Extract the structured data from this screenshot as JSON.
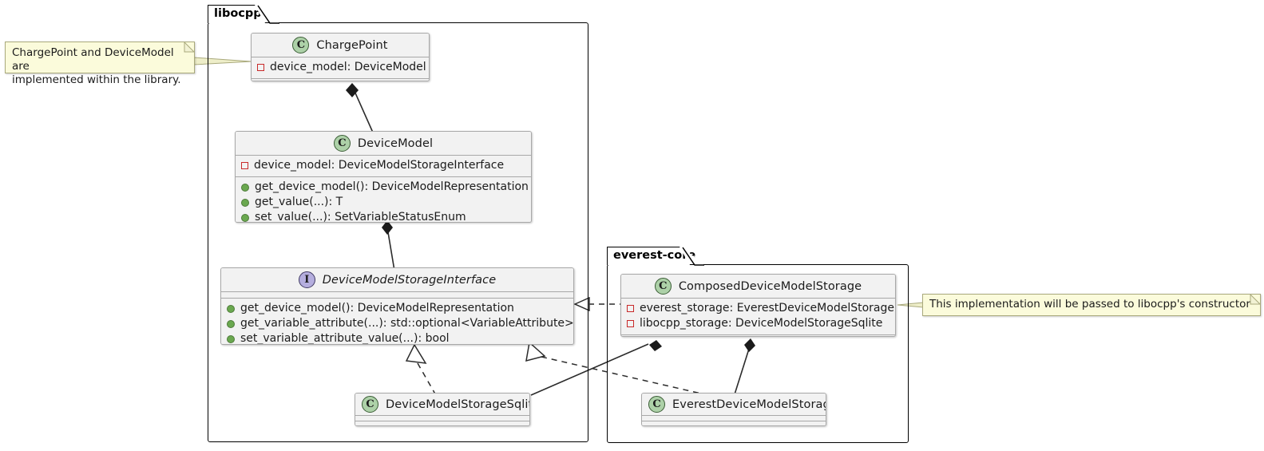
{
  "diagram": {
    "type": "uml-class-diagram",
    "background": "#ffffff"
  },
  "packages": [
    {
      "id": "libocpp",
      "label": "libocpp"
    },
    {
      "id": "everest-core",
      "label": "everest-core"
    }
  ],
  "classes": [
    {
      "id": "ChargePoint",
      "name": "ChargePoint",
      "stereotype_icon": "class-icon",
      "stereotype_letter": "C",
      "package": "libocpp",
      "attributes": [
        {
          "visibility": "private",
          "text": "device_model: DeviceModel"
        }
      ],
      "methods": []
    },
    {
      "id": "DeviceModel",
      "name": "DeviceModel",
      "stereotype_icon": "class-icon",
      "stereotype_letter": "C",
      "package": "libocpp",
      "attributes": [
        {
          "visibility": "private",
          "text": "device_model: DeviceModelStorageInterface"
        }
      ],
      "methods": [
        {
          "visibility": "public",
          "text": "get_device_model(): DeviceModelRepresentation"
        },
        {
          "visibility": "public",
          "text": "get_value(...): T"
        },
        {
          "visibility": "public",
          "text": "set_value(...): SetVariableStatusEnum"
        }
      ]
    },
    {
      "id": "DeviceModelStorageInterface",
      "name": "DeviceModelStorageInterface",
      "stereotype_icon": "interface-icon",
      "stereotype_letter": "I",
      "package": "libocpp",
      "is_interface": true,
      "attributes": [],
      "methods": [
        {
          "visibility": "public",
          "text": "get_device_model(): DeviceModelRepresentation"
        },
        {
          "visibility": "public",
          "text": "get_variable_attribute(...): std::optional<VariableAttribute>"
        },
        {
          "visibility": "public",
          "text": "set_variable_attribute_value(...): bool"
        }
      ]
    },
    {
      "id": "DeviceModelStorageSqlite",
      "name": "DeviceModelStorageSqlite",
      "stereotype_icon": "class-icon",
      "stereotype_letter": "C",
      "package": "libocpp",
      "attributes": [],
      "methods": []
    },
    {
      "id": "ComposedDeviceModelStorage",
      "name": "ComposedDeviceModelStorage",
      "stereotype_icon": "class-icon",
      "stereotype_letter": "C",
      "package": "everest-core",
      "attributes": [
        {
          "visibility": "private",
          "text": "everest_storage: EverestDeviceModelStorage"
        },
        {
          "visibility": "private",
          "text": "libocpp_storage: DeviceModelStorageSqlite"
        }
      ],
      "methods": []
    },
    {
      "id": "EverestDeviceModelStorage",
      "name": "EverestDeviceModelStorage",
      "stereotype_icon": "class-icon",
      "stereotype_letter": "C",
      "package": "everest-core",
      "attributes": [],
      "methods": []
    }
  ],
  "notes": [
    {
      "id": "note-library",
      "text": "ChargePoint and DeviceModel are\nimplemented within the library.",
      "anchored_to": "ChargePoint"
    },
    {
      "id": "note-constructor",
      "text": "This implementation will be passed to libocpp's constructor",
      "anchored_to": "ComposedDeviceModelStorage"
    }
  ],
  "relationships": [
    {
      "from": "ChargePoint",
      "to": "DeviceModel",
      "kind": "composition"
    },
    {
      "from": "DeviceModel",
      "to": "DeviceModelStorageInterface",
      "kind": "composition"
    },
    {
      "from": "DeviceModelStorageSqlite",
      "to": "DeviceModelStorageInterface",
      "kind": "realization"
    },
    {
      "from": "EverestDeviceModelStorage",
      "to": "DeviceModelStorageInterface",
      "kind": "realization"
    },
    {
      "from": "ComposedDeviceModelStorage",
      "to": "DeviceModelStorageInterface",
      "kind": "realization"
    },
    {
      "from": "ComposedDeviceModelStorage",
      "to": "DeviceModelStorageSqlite",
      "kind": "composition"
    },
    {
      "from": "ComposedDeviceModelStorage",
      "to": "EverestDeviceModelStorage",
      "kind": "composition"
    }
  ],
  "colors": {
    "class_fill": "#f2f2f2",
    "class_border": "#a8a8a8",
    "class_icon_fill": "#add1a8",
    "interface_icon_fill": "#b5aede",
    "note_fill": "#fbfbdb",
    "note_border": "#a9a97c",
    "private_marker": "#c82929",
    "public_marker": "#6aa84f",
    "package_border": "#000000"
  }
}
